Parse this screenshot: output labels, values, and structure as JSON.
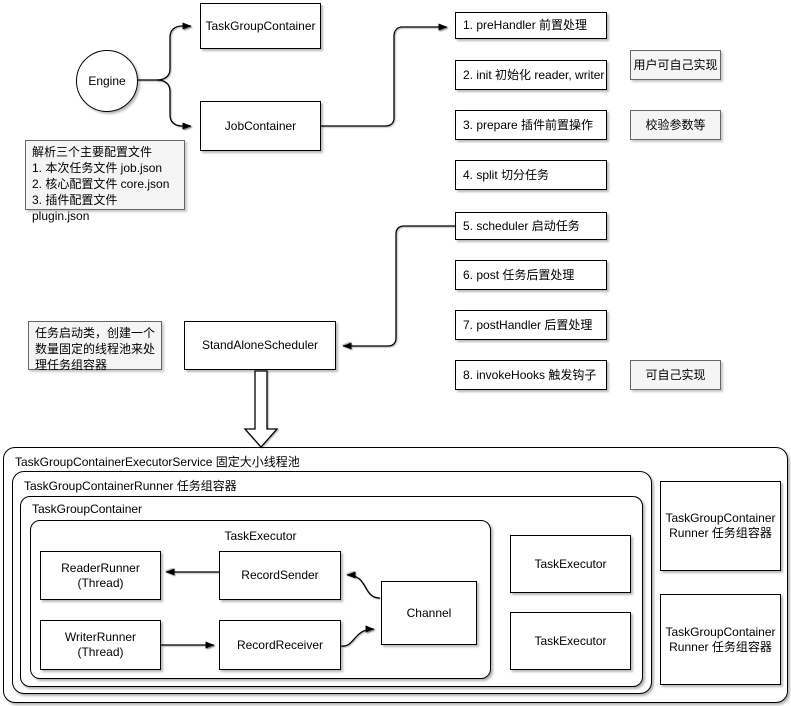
{
  "nodes": {
    "engine": "Engine",
    "task_group_container_top": "TaskGroupContainer",
    "job_container": "JobContainer",
    "standalone_scheduler": "StandAloneScheduler",
    "reader_runner": "ReaderRunner\n(Thread)",
    "record_sender": "RecordSender",
    "writer_runner": "WriterRunner\n(Thread)",
    "record_receiver": "RecordReceiver",
    "channel": "Channel",
    "task_executor_inner_label": "TaskExecutor",
    "task_executor_1": "TaskExecutor",
    "task_executor_2": "TaskExecutor",
    "runner_box_1": "TaskGroupContainer\nRunner 任务组容器",
    "runner_box_2": "TaskGroupContainer\nRunner 任务组容器"
  },
  "containers": {
    "executor_service": "TaskGroupContainerExecutorService 固定大小线程池",
    "runner": "TaskGroupContainerRunner 任务组容器",
    "task_group": "TaskGroupContainer"
  },
  "steps": [
    {
      "label": "1. preHandler 前置处理"
    },
    {
      "label": "2. init 初始化 reader, writer"
    },
    {
      "label": "3. prepare 插件前置操作"
    },
    {
      "label": "4. split 切分任务"
    },
    {
      "label": "5. scheduler 启动任务"
    },
    {
      "label": "6. post 任务后置处理"
    },
    {
      "label": "7. postHandler 后置处理"
    },
    {
      "label": "8. invokeHooks 触发钩子"
    }
  ],
  "notes": {
    "config": "解析三个主要配置文件\n1. 本次任务文件 job.json\n2. 核心配置文件 core.json\n3. 插件配置文件 plugin.json",
    "user_impl": "用户可自己实现",
    "validate": "校验参数等",
    "self_impl": "可自己实现",
    "scheduler": "任务启动类，创建一个\n数量固定的线程池来处\n理任务组容器"
  },
  "colors": {
    "border": "#000000",
    "note_fill": "#f5f5f5",
    "note_border": "#666666",
    "background": "#ffffff"
  }
}
